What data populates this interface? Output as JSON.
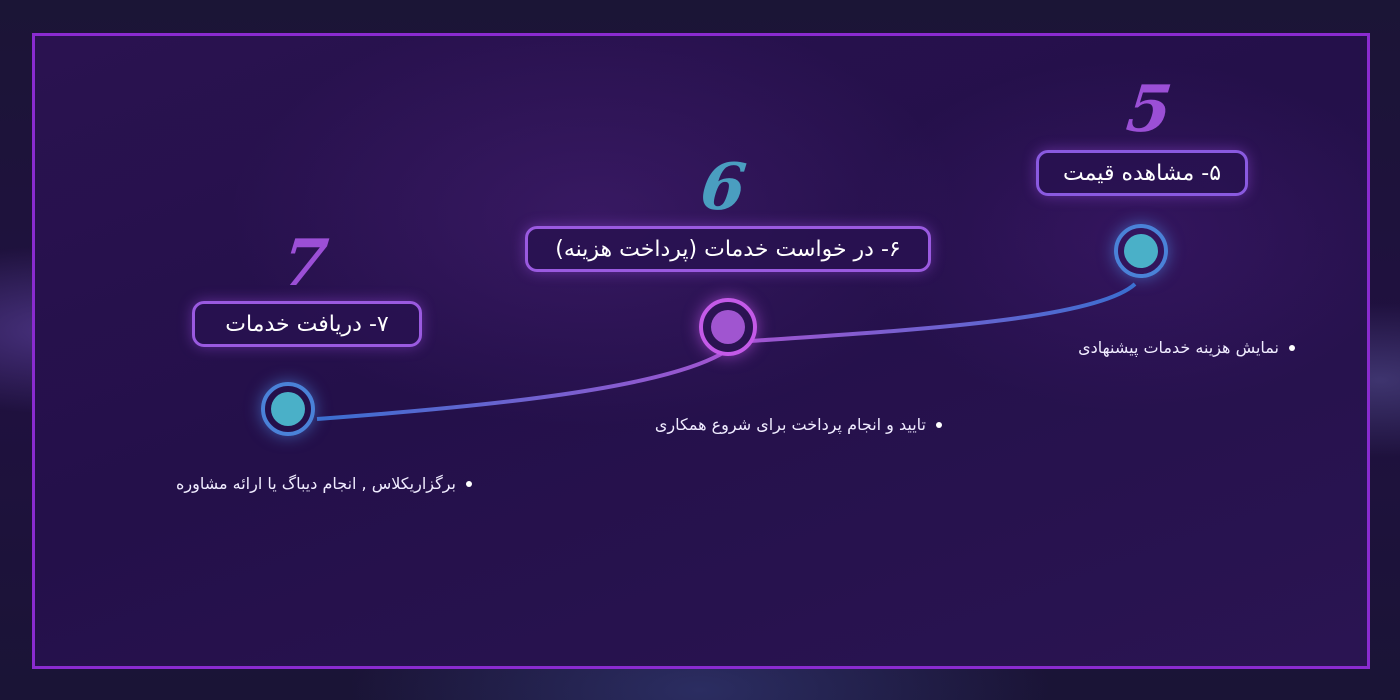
{
  "steps": [
    {
      "number": "5",
      "title": "۵- مشاهده قیمت",
      "description": "نمایش هزینه خدمات پیشنهادی",
      "number_color": "#9b4fd6",
      "node_color": "#4ab0c8"
    },
    {
      "number": "6",
      "title": "۶- در خواست خدمات (پرداخت هزینه)",
      "description": "تایید و انجام پرداخت برای شروع همکاری",
      "number_color": "#4a9ec0",
      "node_color": "#a055d0"
    },
    {
      "number": "7",
      "title": "۷- دریافت خدمات",
      "description": "برگزاریکلاس , انجام دیباگ یا ارائه مشاوره",
      "number_color": "#9b4fd6",
      "node_color": "#4ab0c8"
    }
  ],
  "colors": {
    "panel_border": "#8a2bd0",
    "line_blue": "#3a6fd0",
    "line_purple": "#a055d0"
  }
}
